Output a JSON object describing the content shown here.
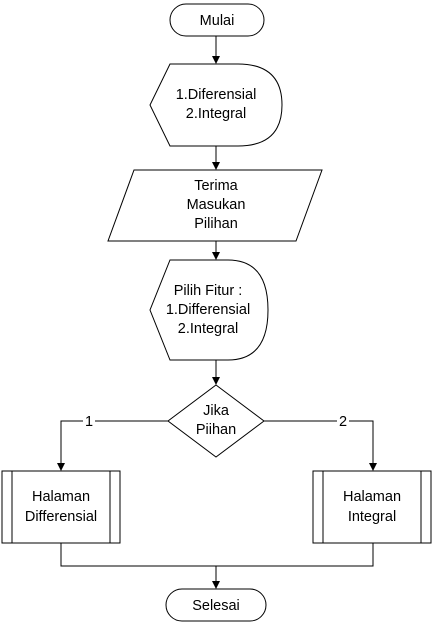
{
  "diagram": {
    "start": {
      "text": "Mulai"
    },
    "display_menu": {
      "lines": [
        "1.Diferensial",
        "2.Integral"
      ]
    },
    "input": {
      "lines": [
        "Terima",
        "Masukan",
        "Pilihan"
      ]
    },
    "display_prompt": {
      "lines": [
        "Pilih Fitur :",
        "1.Differensial",
        "2.Integral"
      ]
    },
    "decision": {
      "lines": [
        "Jika",
        "Piihan"
      ]
    },
    "process_left": {
      "lines": [
        "Halaman",
        "Differensial"
      ]
    },
    "process_right": {
      "lines": [
        "Halaman",
        "Integral"
      ]
    },
    "end": {
      "text": "Selesai"
    },
    "edge_labels": {
      "left": "1",
      "right": "2"
    }
  },
  "colors": {
    "stroke": "#000000",
    "fill": "#ffffff"
  }
}
